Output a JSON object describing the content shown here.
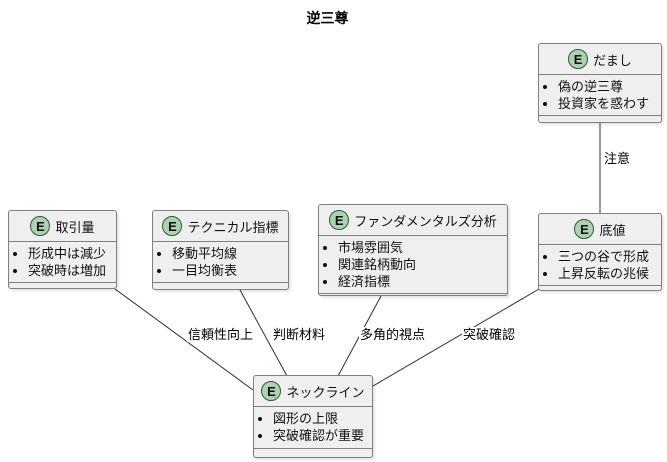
{
  "diagram": {
    "title": "逆三尊"
  },
  "entities": [
    {
      "id": "damashi",
      "badge": "E",
      "name": "だまし",
      "items": [
        "偽の逆三尊",
        "投資家を惑わす"
      ]
    },
    {
      "id": "volume",
      "badge": "E",
      "name": "取引量",
      "items": [
        "形成中は減少",
        "突破時は増加"
      ]
    },
    {
      "id": "technical",
      "badge": "E",
      "name": "テクニカル指標",
      "items": [
        "移動平均線",
        "一目均衡表"
      ]
    },
    {
      "id": "fundamentals",
      "badge": "E",
      "name": "ファンダメンタルズ分析",
      "items": [
        "市場雰囲気",
        "関連銘柄動向",
        "経済指標"
      ]
    },
    {
      "id": "bottom",
      "badge": "E",
      "name": "底値",
      "items": [
        "三つの谷で形成",
        "上昇反転の兆候"
      ]
    },
    {
      "id": "neckline",
      "badge": "E",
      "name": "ネックライン",
      "items": [
        "図形の上限",
        "突破確認が重要"
      ]
    }
  ],
  "edges": [
    {
      "from": "だまし",
      "to": "底値",
      "label": "注意"
    },
    {
      "from": "取引量",
      "to": "ネックライン",
      "label": "信頼性向上"
    },
    {
      "from": "テクニカル指標",
      "to": "ネックライン",
      "label": "判断材料"
    },
    {
      "from": "ファンダメンタルズ分析",
      "to": "ネックライン",
      "label": "多角的視点"
    },
    {
      "from": "底値",
      "to": "ネックライン",
      "label": "突破確認"
    }
  ],
  "colors": {
    "entity-fill": "#efefef",
    "entity-border": "#7f7f7f",
    "badge-fill": "#add1b2",
    "badge-border": "#2e5c2e",
    "edge-stroke": "#2f2f2f"
  }
}
